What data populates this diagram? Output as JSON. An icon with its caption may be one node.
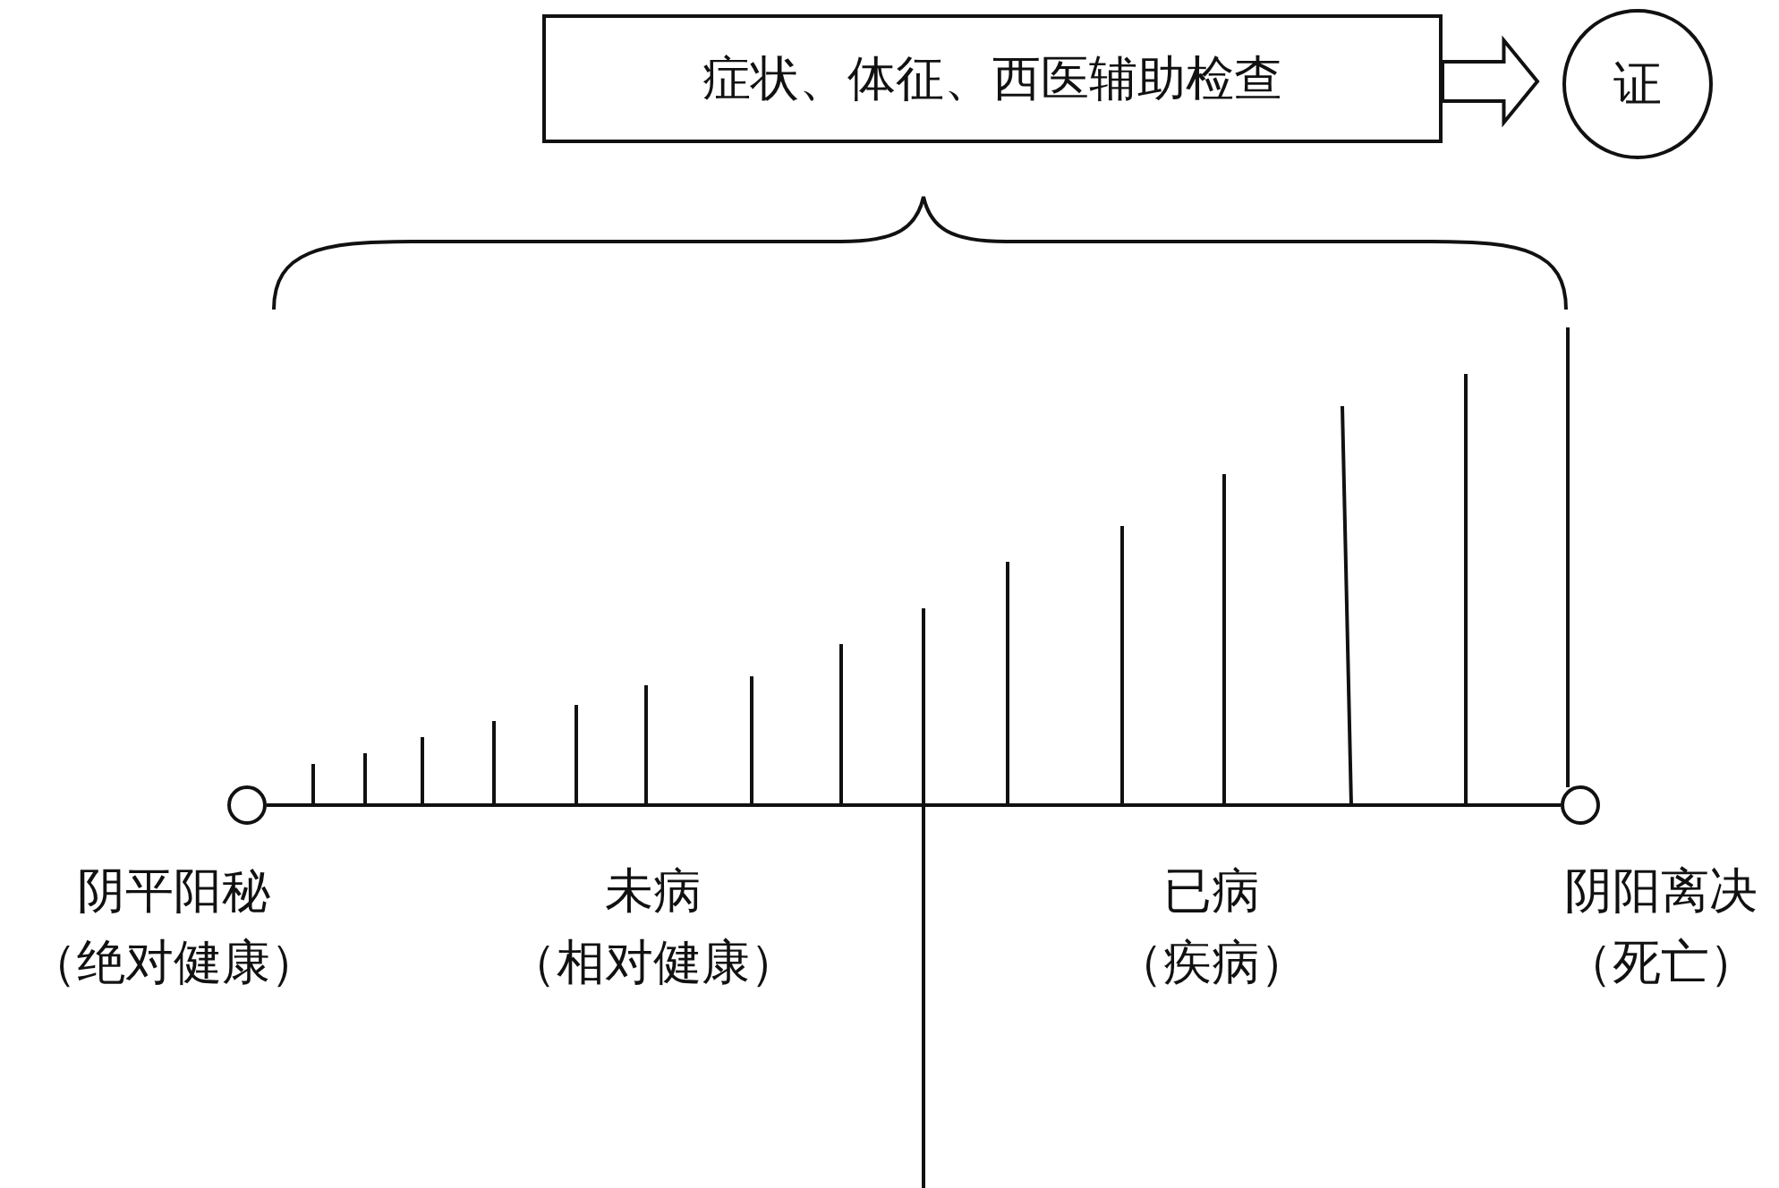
{
  "diagram": {
    "nodes": [
      {
        "text": [
          "症状、体征、西医辅助检查"
        ]
      },
      {
        "text": [
          "证"
        ]
      },
      {
        "text": [],
        "shape": "circle"
      },
      {
        "text": [],
        "shape": "circle"
      }
    ],
    "edges": [
      {
        "from": 0,
        "to": 1,
        "arrow": "to"
      },
      {
        "from": 2,
        "to": 3,
        "arrow": "none"
      }
    ],
    "labels": [
      "阴平阳秘",
      "（绝对健康）",
      "未病",
      "（相对健康）",
      "已病",
      "（疾病）",
      "阴阳离决",
      "（死亡）"
    ]
  }
}
